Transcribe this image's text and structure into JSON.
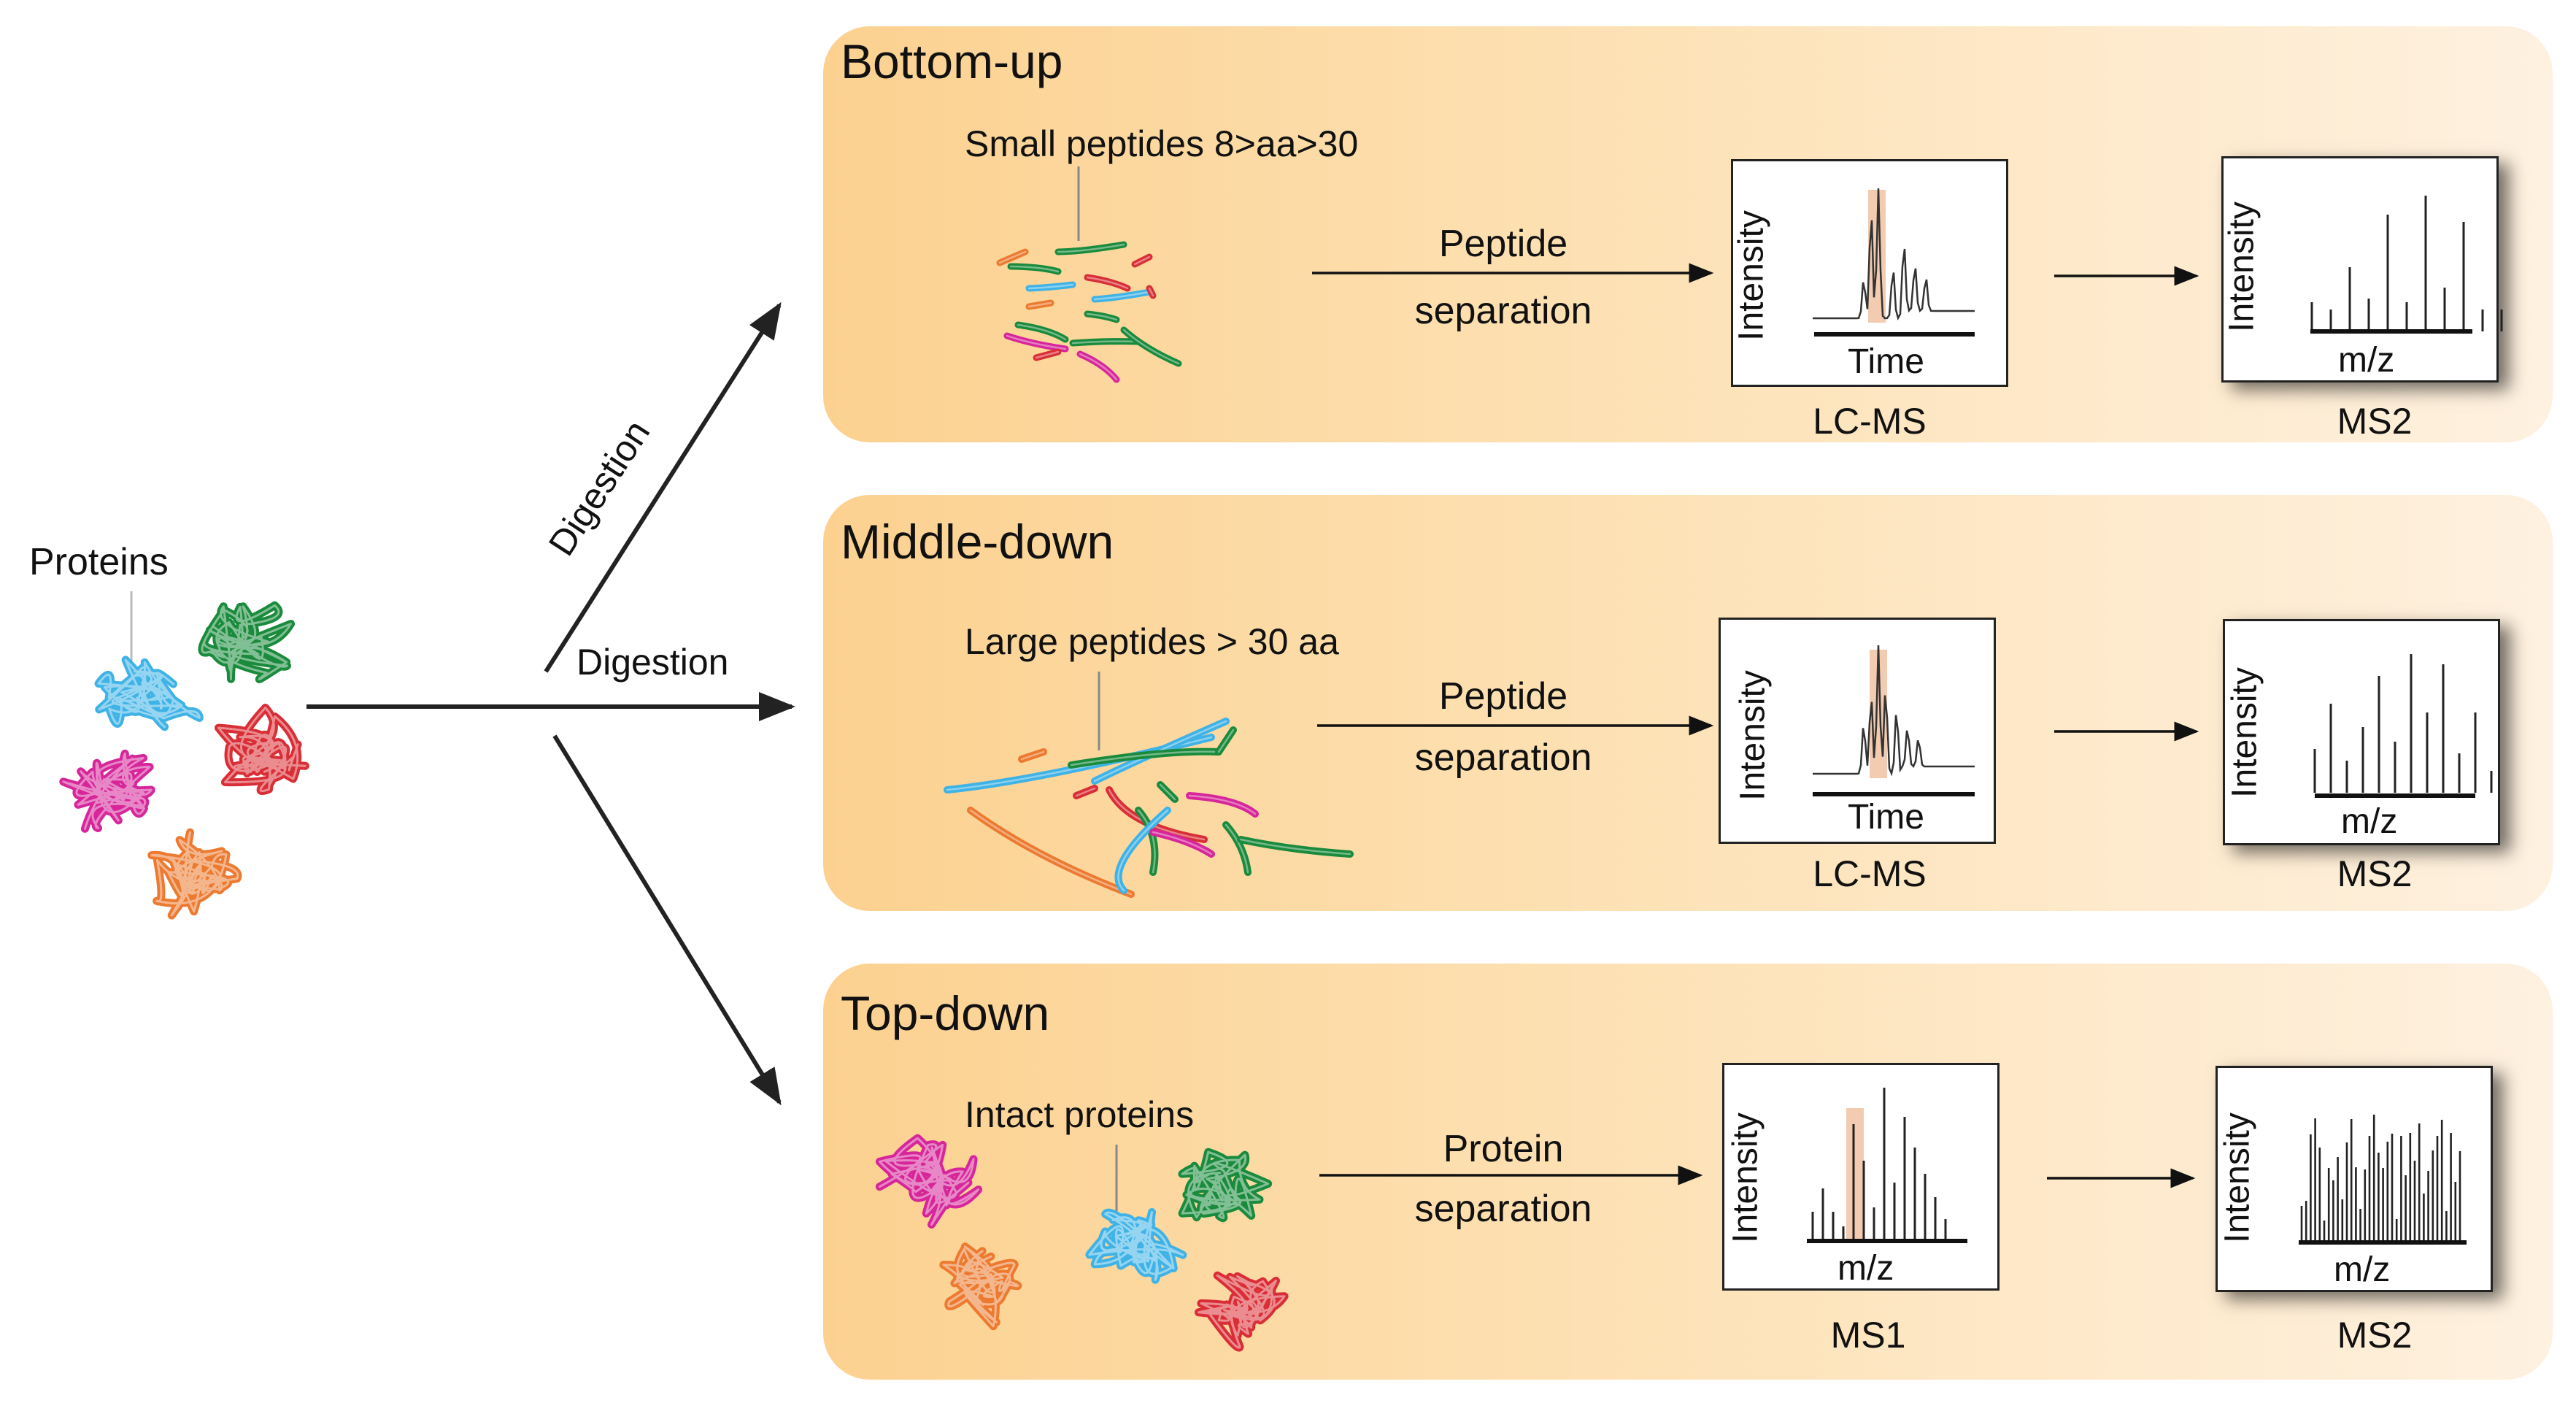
{
  "proteins_label": "Proteins",
  "arrows": {
    "digestion_upper": "Digestion",
    "digestion_middle": "Digestion"
  },
  "panels": [
    {
      "title": "Bottom-up",
      "sample_label": "Small peptides 8>aa>30",
      "separation": [
        "Peptide",
        "separation"
      ],
      "box1": {
        "ylabel": "Intensity",
        "xlabel": "Time",
        "caption": "LC-MS"
      },
      "box2": {
        "ylabel": "Intensity",
        "xlabel": "m/z",
        "caption": "MS2"
      }
    },
    {
      "title": "Middle-down",
      "sample_label": "Large peptides > 30 aa",
      "separation": [
        "Peptide",
        "separation"
      ],
      "box1": {
        "ylabel": "Intensity",
        "xlabel": "Time",
        "caption": "LC-MS"
      },
      "box2": {
        "ylabel": "Intensity",
        "xlabel": "m/z",
        "caption": "MS2"
      }
    },
    {
      "title": "Top-down",
      "sample_label": "Intact proteins",
      "separation": [
        "Protein",
        "separation"
      ],
      "box1": {
        "ylabel": "Intensity",
        "xlabel": "m/z",
        "caption": "MS1"
      },
      "box2": {
        "ylabel": "Intensity",
        "xlabel": "m/z",
        "caption": "MS2"
      }
    }
  ],
  "colors": {
    "panel_left": "#fcd190",
    "panel_right": "#fef1e0",
    "highlight": "#e8a070",
    "green": "#1a8a3c",
    "cyan": "#3fb2e6",
    "red": "#d92e36",
    "magenta": "#d6269a",
    "orange": "#ec7a30"
  }
}
